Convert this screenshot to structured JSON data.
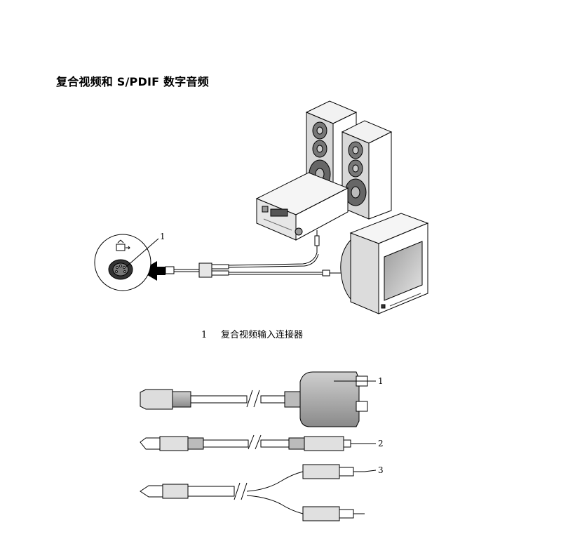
{
  "title": "复合视频和 S/PDIF 数字音频",
  "figure1": {
    "callouts": [
      {
        "number": "1"
      }
    ],
    "legend": [
      {
        "number": "1",
        "label": "复合视频输入连接器"
      }
    ]
  },
  "figure2": {
    "callouts": [
      {
        "number": "1"
      },
      {
        "number": "2"
      },
      {
        "number": "3"
      }
    ]
  }
}
